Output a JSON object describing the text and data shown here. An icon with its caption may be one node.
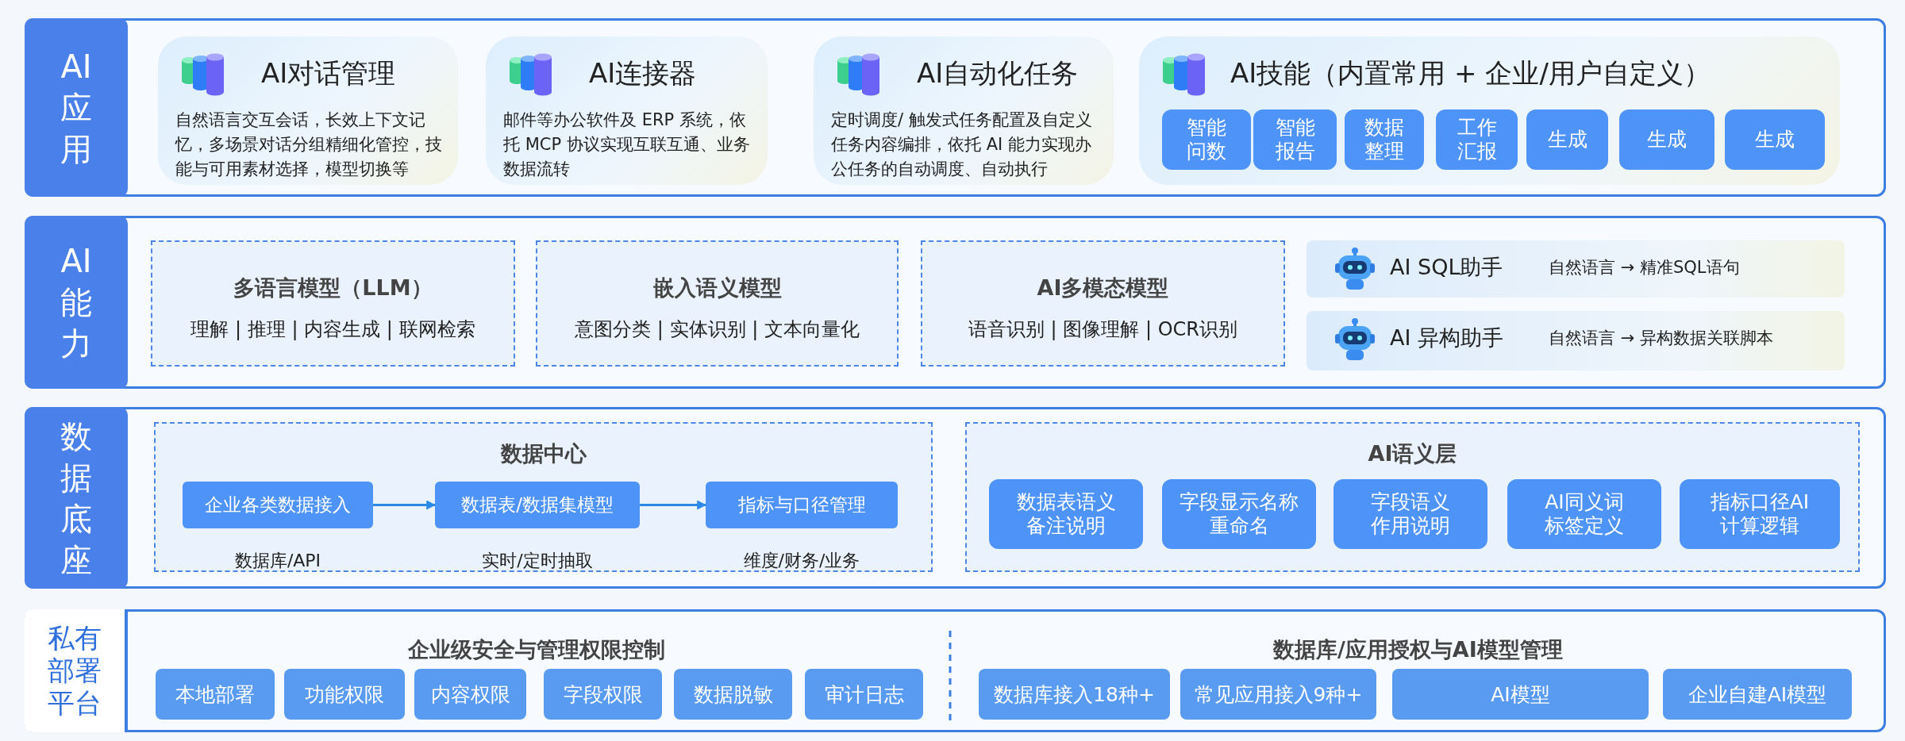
{
  "diagram": {
    "nodes": [
      {
        "text": [
          "AI应用"
        ]
      },
      {
        "text": [
          "AI对话管理",
          "自然语言交互会话，长效上下文记忆，多场景对话分组精细化管控，技能与可用素材选择，模型切换等"
        ],
        "in": 0
      },
      {
        "text": [
          "AI连接器",
          "邮件等办公软件及 ERP 系统，依托 MCP 协议实现互联互通、业务数据流转"
        ],
        "in": 0
      },
      {
        "text": [
          "AI自动化任务",
          "定时调度/ 触发式任务配置及自定义任务内容编排，依托 AI 能力实现办公任务的自动调度、自动执行"
        ],
        "in": 0
      },
      {
        "text": [
          "AI技能（内置常用 + 企业/用户自定义）"
        ],
        "in": 0
      },
      {
        "text": [
          "智能问数"
        ],
        "in": 4
      },
      {
        "text": [
          "智能报告"
        ],
        "in": 4
      },
      {
        "text": [
          "数据整理"
        ],
        "in": 4
      },
      {
        "text": [
          "工作汇报"
        ],
        "in": 4
      },
      {
        "text": [
          "生成"
        ],
        "in": 4
      },
      {
        "text": [
          "生成"
        ],
        "in": 4
      },
      {
        "text": [
          "生成"
        ],
        "in": 4
      },
      {
        "text": [
          "AI能力"
        ]
      },
      {
        "text": [
          "多语言模型（LLM）",
          "理解 | 推理 | 内容生成 | 联网检索"
        ],
        "in": 12
      },
      {
        "text": [
          "嵌入语义模型",
          "意图分类 | 实体识别 | 文本向量化"
        ],
        "in": 12
      },
      {
        "text": [
          "AI多模态模型",
          "语音识别 | 图像理解 | OCR识别"
        ],
        "in": 12
      },
      {
        "text": [
          "AI SQL助手",
          "自然语言 → 精准SQL语句"
        ],
        "in": 12
      },
      {
        "text": [
          "AI 异构助手",
          "自然语言 → 异构数据关联脚本"
        ],
        "in": 12
      },
      {
        "text": [
          "数据底座"
        ]
      },
      {
        "text": [
          "数据中心"
        ],
        "in": 18
      },
      {
        "text": [
          "企业各类数据接入"
        ],
        "beside": [
          "数据库/API"
        ],
        "in": 19
      },
      {
        "text": [
          "数据表/数据集模型"
        ],
        "beside": [
          "实时/定时抽取"
        ],
        "in": 19
      },
      {
        "text": [
          "指标与口径管理"
        ],
        "beside": [
          "维度/财务/业务"
        ],
        "in": 19
      },
      {
        "text": [
          "AI语义层"
        ],
        "in": 18
      },
      {
        "text": [
          "数据表语义备注说明"
        ],
        "in": 23
      },
      {
        "text": [
          "字段显示名称重命名"
        ],
        "in": 23
      },
      {
        "text": [
          "字段语义作用说明"
        ],
        "in": 23
      },
      {
        "text": [
          "AI同义词标签定义"
        ],
        "in": 23
      },
      {
        "text": [
          "指标口径AI计算逻辑"
        ],
        "in": 23
      },
      {
        "text": [
          "私有部署平台",
          "企业级安全与管理权限控制",
          "数据库/应用授权与AI模型管理"
        ]
      },
      {
        "text": [
          "本地部署"
        ],
        "in": 29
      },
      {
        "text": [
          "功能权限"
        ],
        "in": 29
      },
      {
        "text": [
          "内容权限"
        ],
        "in": 29
      },
      {
        "text": [
          "字段权限"
        ],
        "in": 29
      },
      {
        "text": [
          "数据脱敏"
        ],
        "in": 29
      },
      {
        "text": [
          "审计日志"
        ],
        "in": 29
      },
      {
        "text": [
          "数据库接入18种+"
        ],
        "in": 29
      },
      {
        "text": [
          "常见应用接入9种+"
        ],
        "in": 29
      },
      {
        "text": [
          "AI模型"
        ],
        "in": 29
      },
      {
        "text": [
          "企业自建AI模型"
        ],
        "in": 29
      }
    ],
    "edges": [
      {
        "from": 20,
        "to": 21,
        "arrow": "to"
      },
      {
        "from": 21,
        "to": 22,
        "arrow": "to"
      }
    ]
  }
}
